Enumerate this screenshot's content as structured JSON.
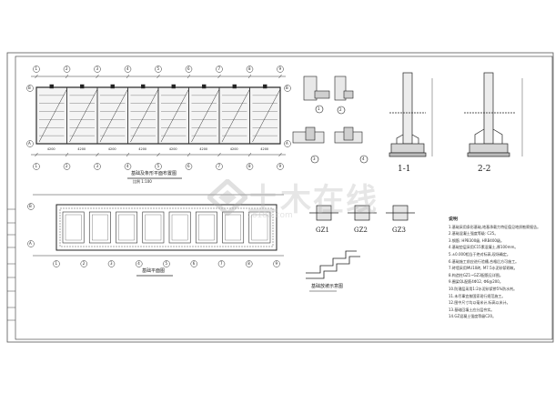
{
  "title_roof": "基础及条形平面布置图",
  "title_roof_scale": "比例 1:100",
  "title_foundation": "基础平面图",
  "title_step": "基础放坡示意图",
  "section_labels": [
    "1-1",
    "2-2"
  ],
  "column_labels": [
    "GZ1",
    "GZ2",
    "GZ3"
  ],
  "dimension_label": "4200",
  "axis_numbers": [
    "1",
    "2",
    "3",
    "4",
    "5",
    "6",
    "7",
    "8",
    "9"
  ],
  "axis_letters": [
    "A",
    "B"
  ],
  "node_numbers": [
    "1",
    "2",
    "3",
    "4"
  ],
  "notes_title": "说明",
  "notes": [
    "1.基础采用条形基础,地基承载力特征值见地质勘察报告。",
    "2.基础混凝土强度等级: C25。",
    "3.钢筋: HPB300级, HRB400级。",
    "4.基础垫层采用C15素混凝土,厚100mm。",
    "5.±0.000相当于绝对标高,现场确定。",
    "6.基础施工前应进行验槽,合格后方可施工。",
    "7.砖墙采用MU10砖, M7.5水泥砂浆砌筑。",
    "8.构造柱GZ1~GZ3配筋见详图。",
    "9.圈梁QL配筋4Φ12, Φ6@200。",
    "10.防潮层采用1:2水泥砂浆掺5%防水剂。",
    "11.未尽事宜按国家现行规范施工。",
    "12.图中尺寸均以毫米计,标高以米计。",
    "13.基础回填土应分层夯实。",
    "14.GZ混凝土强度等级C20。"
  ],
  "watermark": "土木在线",
  "watermark_sub": "co188.com",
  "colors": {
    "line": "#333333",
    "border": "#444444",
    "watermark": "#b0b0b0"
  }
}
